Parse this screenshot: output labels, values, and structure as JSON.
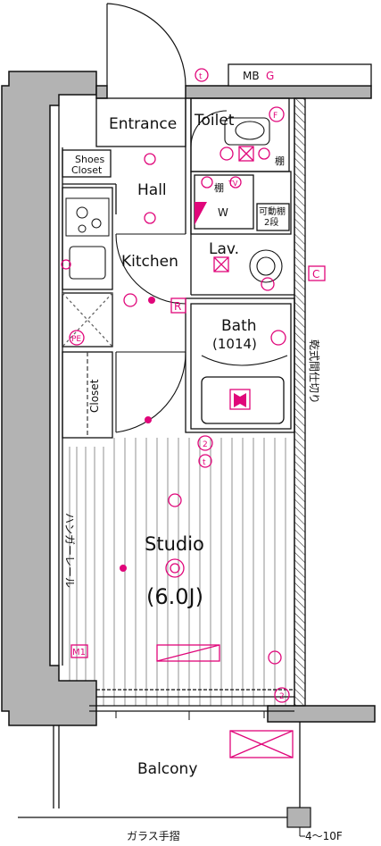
{
  "rooms": {
    "entrance": "Entrance",
    "toilet": "Toilet",
    "shoes_closet_line1": "Shoes",
    "shoes_closet_line2": "Closet",
    "hall": "Hall",
    "kitchen": "Kitchen",
    "lav": "Lav.",
    "bath": "Bath",
    "bath_size": "(1014)",
    "closet": "Closet",
    "studio": "Studio",
    "studio_size": "(6.0J)",
    "balcony": "Balcony"
  },
  "labels": {
    "mb": "MB",
    "g": "G",
    "shelf": "棚",
    "shelf2": "棚",
    "washer": "W",
    "movable_shelf_line1": "可動棚",
    "movable_shelf_line2": "2段",
    "c_box": "C",
    "r_box": "R",
    "m1": "M1",
    "hanger_rail": "ハンガーレール",
    "drying_partition": "乾式間仕切り",
    "glass_rail": "ガラス手摺",
    "floors": "4〜10F"
  },
  "symbols": {
    "t": "t",
    "two": "2",
    "tv": "TV",
    "pe": "PE",
    "f": "F"
  },
  "colors": {
    "wall": "#b3b3b3",
    "line": "#111111",
    "accent": "#e0067a",
    "floor": "#777777"
  }
}
